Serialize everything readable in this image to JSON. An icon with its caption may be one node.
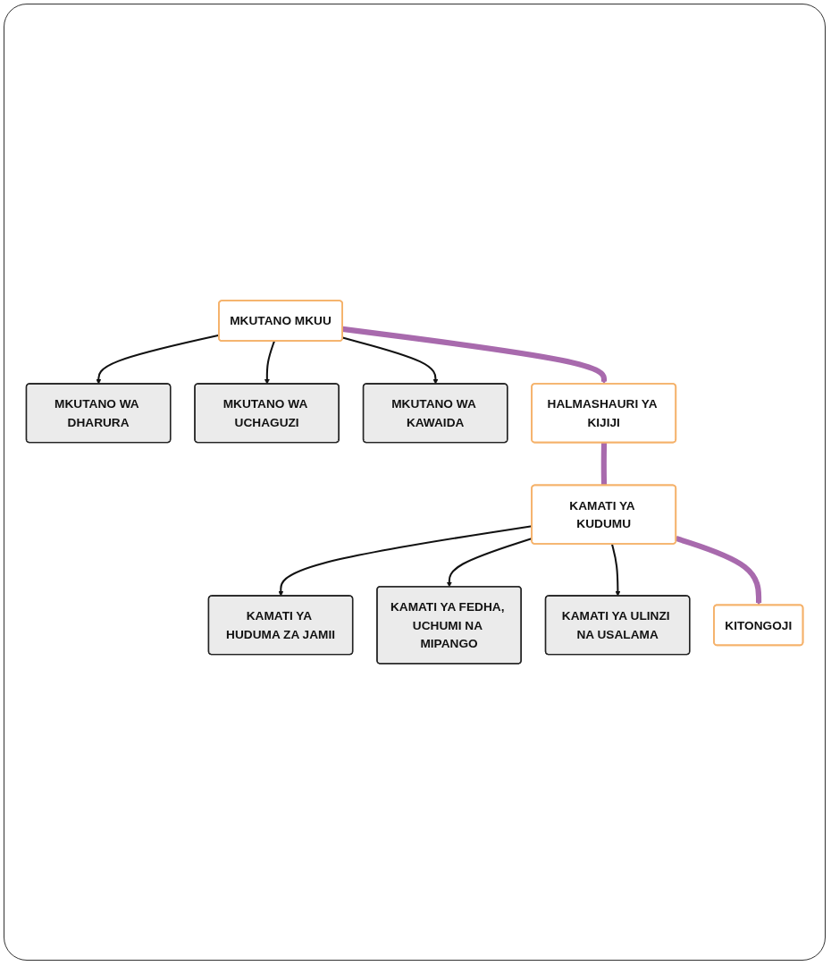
{
  "diagram": {
    "nodes": [
      {
        "text": [
          "MKUTANO MKUU"
        ]
      },
      {
        "text": [
          "MKUTANO WA DHARURA"
        ]
      },
      {
        "text": [
          "MKUTANO WA UCHAGUZI"
        ]
      },
      {
        "text": [
          "MKUTANO WA KAWAIDA"
        ]
      },
      {
        "text": [
          "HALMASHAURI YA KIJIJI"
        ]
      },
      {
        "text": [
          "KAMATI YA KUDUMU"
        ]
      },
      {
        "text": [
          "KAMATI YA HUDUMA ZA JAMII"
        ]
      },
      {
        "text": [
          "KAMATI YA ULINZI NA USALAMA"
        ]
      },
      {
        "text": [
          "KAMATI YA FEDHA, UCHUMI NA MIPANGO"
        ]
      },
      {
        "text": [
          "KITONGOJI"
        ]
      }
    ],
    "edges": [
      {
        "from": 0,
        "to": 1,
        "arrow": "to"
      },
      {
        "from": 0,
        "to": 3,
        "arrow": "to"
      },
      {
        "from": 0,
        "to": 2,
        "arrow": "to"
      },
      {
        "from": 0,
        "to": 4,
        "arrow": "to",
        "style": "thick",
        "color": "#a86aad"
      },
      {
        "from": 4,
        "to": 5,
        "arrow": "none",
        "style": "thick",
        "color": "#a86aad"
      },
      {
        "from": 5,
        "to": 6,
        "arrow": "to"
      },
      {
        "from": 5,
        "to": 8,
        "arrow": "to"
      },
      {
        "from": 5,
        "to": 7,
        "arrow": "to"
      },
      {
        "from": 5,
        "to": 9,
        "arrow": "to",
        "style": "thick",
        "color": "#a86aad"
      }
    ]
  }
}
